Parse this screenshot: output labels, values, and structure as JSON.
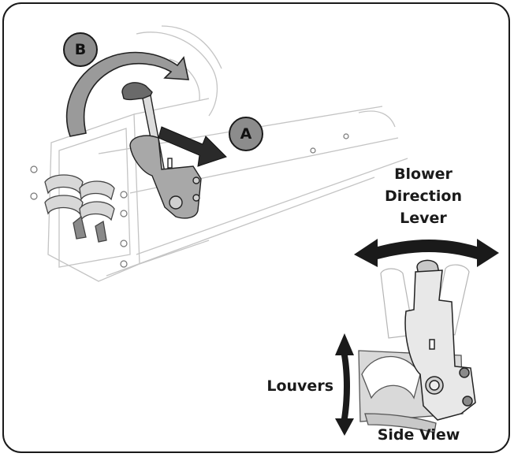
{
  "callouts": {
    "a": "A",
    "b": "B"
  },
  "labels": {
    "lever_line1": "Blower",
    "lever_line2": "Direction",
    "lever_line3": "Lever",
    "louvers": "Louvers",
    "side_view": "Side View"
  },
  "colors": {
    "outline": "#1a1a1a",
    "callout_fill": "#8c8c8c",
    "part_fill": "#e8e8e8",
    "dark_part": "#555555",
    "ghost": "#bbbbbb"
  }
}
